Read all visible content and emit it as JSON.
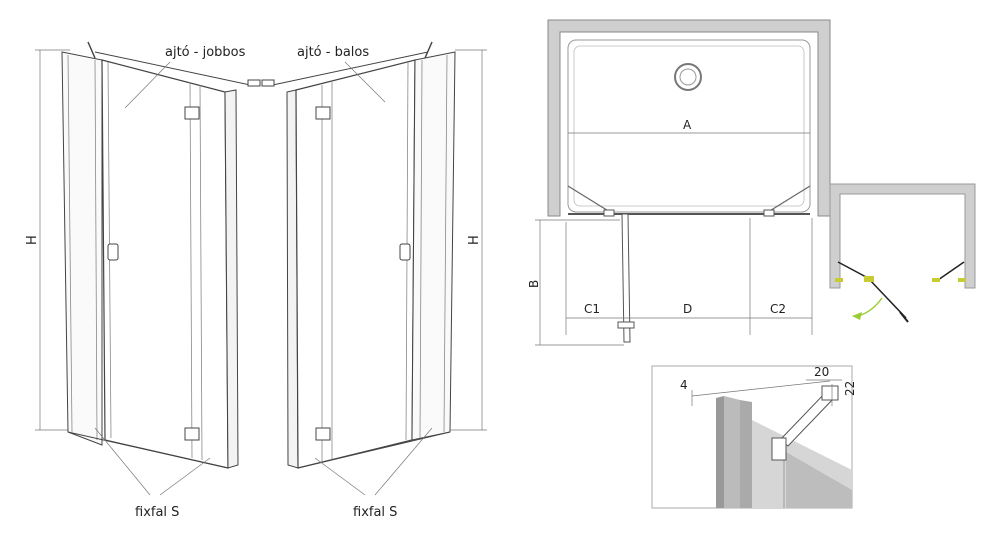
{
  "labels": {
    "door_right": "ajtó - jobbos",
    "door_left": "ajtó - balos",
    "fixed_left": "fixfal S",
    "fixed_right": "fixfal S",
    "height_left": "H",
    "height_right": "H"
  },
  "plan": {
    "width_label": "A",
    "depth_label": "B",
    "c1_label": "C1",
    "d_label": "D",
    "c2_label": "C2"
  },
  "detail": {
    "dim_4": "4",
    "dim_20": "20",
    "dim_22": "22"
  },
  "colors": {
    "wall": "#cfcfcf",
    "line": "#555555",
    "accent_yellow": "#c8cc33",
    "arrow_green": "#9ccc33"
  }
}
